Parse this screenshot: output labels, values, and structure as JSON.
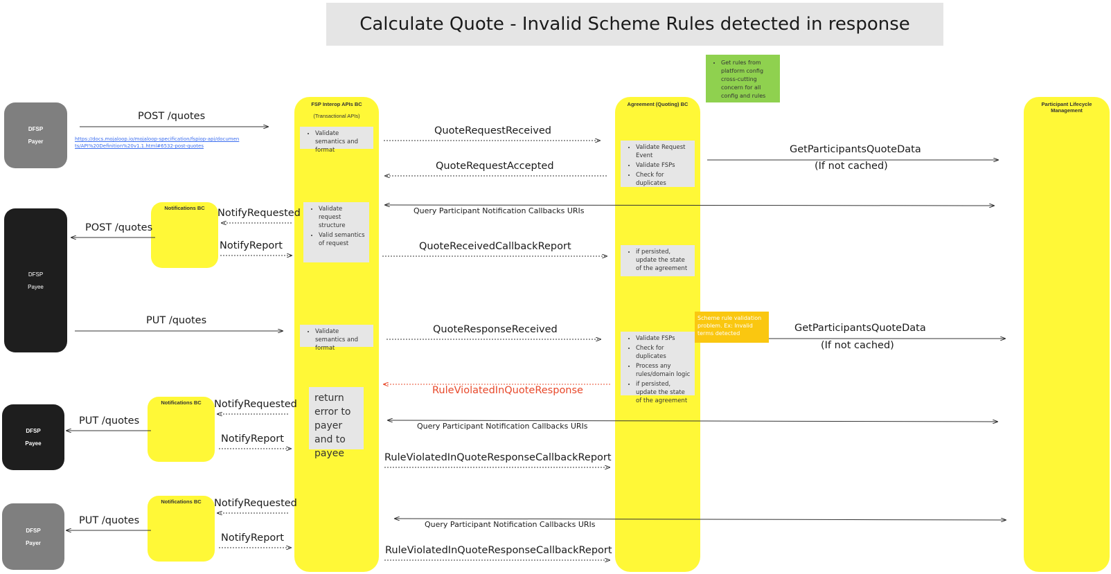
{
  "title": "Calculate Quote - Invalid Scheme Rules detected in response",
  "actors": {
    "payer_top": {
      "line1": "DFSP",
      "line2": "Payer"
    },
    "payee_mid": {
      "line1": "DFSP",
      "line2": "Payee"
    },
    "payee_low": {
      "line1": "DFSP",
      "line2": "Payee"
    },
    "payer_bottom": {
      "line1": "DFSP",
      "line2": "Payer"
    }
  },
  "lanes": {
    "fsp": {
      "title": "FSP Interop APIs BC",
      "subtitle": "(Transactional APIs)"
    },
    "agreement": {
      "title": "Agreement (Quoting) BC"
    },
    "participant": {
      "title": "Participant Lifecycle Management"
    }
  },
  "notifications": {
    "label": "Notifications BC"
  },
  "notes": {
    "green": [
      "Get rules from platform config cross-cutting concern for all config and rules"
    ],
    "fsp_validate_1": [
      "Validate semantics and format"
    ],
    "fsp_validate_2": [
      "Validate request structure",
      "Valid semantics of request"
    ],
    "fsp_validate_3": [
      "Validate semantics and format"
    ],
    "fsp_return": "return error to payer and to payee",
    "agr_1": [
      "Validate Request Event",
      "Validate FSPs",
      "Check for duplicates"
    ],
    "agr_2": [
      "if persisted, update the state of the agreement"
    ],
    "agr_3": [
      "Validate FSPs",
      "Check for duplicates",
      "Process any rules/domain logic",
      "if persisted, update the state of the agreement"
    ],
    "orange": "Scheme rule validation problem. Ex: Invalid terms detected"
  },
  "labels": {
    "post_quotes_1": "POST /quotes",
    "link": "https://docs.mojaloop.io/mojaloop-specification/fspiop-api/documents/API%20Definition%20v1.1.html#6532-post-quotes",
    "quote_request_received": "QuoteRequestReceived",
    "quote_request_accepted": "QuoteRequestAccepted",
    "get_participants_1": "GetParticipantsQuoteData",
    "if_not_cached_1": "(If not cached)",
    "query_callbacks_1": "Query Participant Notification Callbacks URIs",
    "notify_requested_1": "NotifyRequested",
    "post_quotes_2": "POST /quotes",
    "notify_report_1": "NotifyReport",
    "quote_received_callback": "QuoteReceivedCallbackReport",
    "put_quotes_1": "PUT /quotes",
    "quote_response_received": "QuoteResponseReceived",
    "get_participants_2": "GetParticipantsQuoteData",
    "if_not_cached_2": "(If not cached)",
    "rule_violated": "RuleViolatedInQuoteResponse",
    "notify_requested_2": "NotifyRequested",
    "put_quotes_2": "PUT /quotes",
    "query_callbacks_2": "Query Participant Notification Callbacks URIs",
    "notify_report_2": "NotifyReport",
    "rule_violated_callback_1": "RuleViolatedInQuoteResponseCallbackReport",
    "notify_requested_3": "NotifyRequested",
    "put_quotes_3": "PUT /quotes",
    "query_callbacks_3": "Query Participant Notification Callbacks URIs",
    "notify_report_3": "NotifyReport",
    "rule_violated_callback_2": "RuleViolatedInQuoteResponseCallbackReport"
  },
  "colors": {
    "lane": "#fff837",
    "green": "#8fd14f",
    "orange": "#fac710",
    "error": "#e8482a"
  }
}
